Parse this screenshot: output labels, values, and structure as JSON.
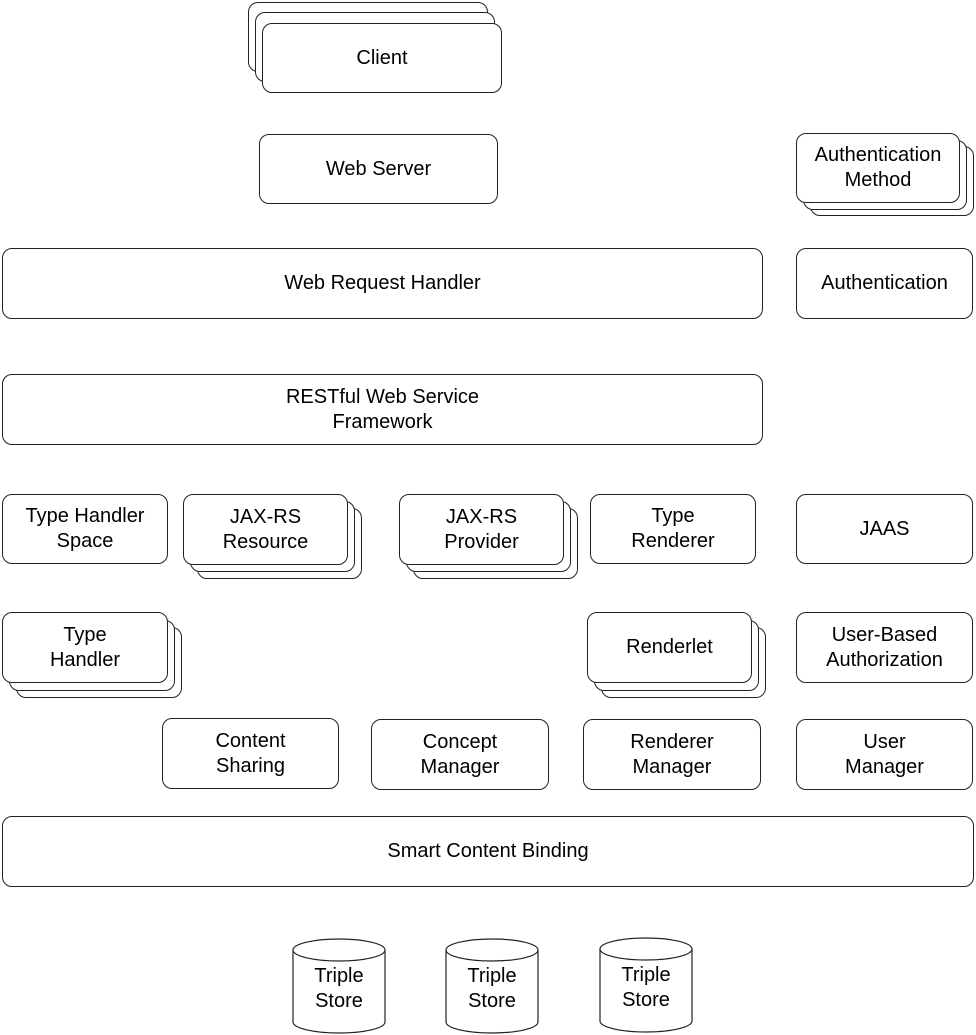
{
  "diagram": {
    "client": "Client",
    "web_server": "Web Server",
    "authentication_method": "Authentication\nMethod",
    "web_request_handler": "Web Request Handler",
    "authentication": "Authentication",
    "restful_framework": "RESTful Web Service\nFramework",
    "type_handler_space": "Type Handler\nSpace",
    "jaxrs_resource": "JAX-RS\nResource",
    "jaxrs_provider": "JAX-RS\nProvider",
    "type_renderer": "Type\nRenderer",
    "jaas": "JAAS",
    "type_handler": "Type\nHandler",
    "renderlet": "Renderlet",
    "user_based_authorization": "User-Based\nAuthorization",
    "content_sharing": "Content\nSharing",
    "concept_manager": "Concept\nManager",
    "renderer_manager": "Renderer\nManager",
    "user_manager": "User\nManager",
    "smart_content_binding": "Smart Content Binding",
    "triple_stores": [
      "Triple\nStore",
      "Triple\nStore",
      "Triple\nStore"
    ]
  }
}
